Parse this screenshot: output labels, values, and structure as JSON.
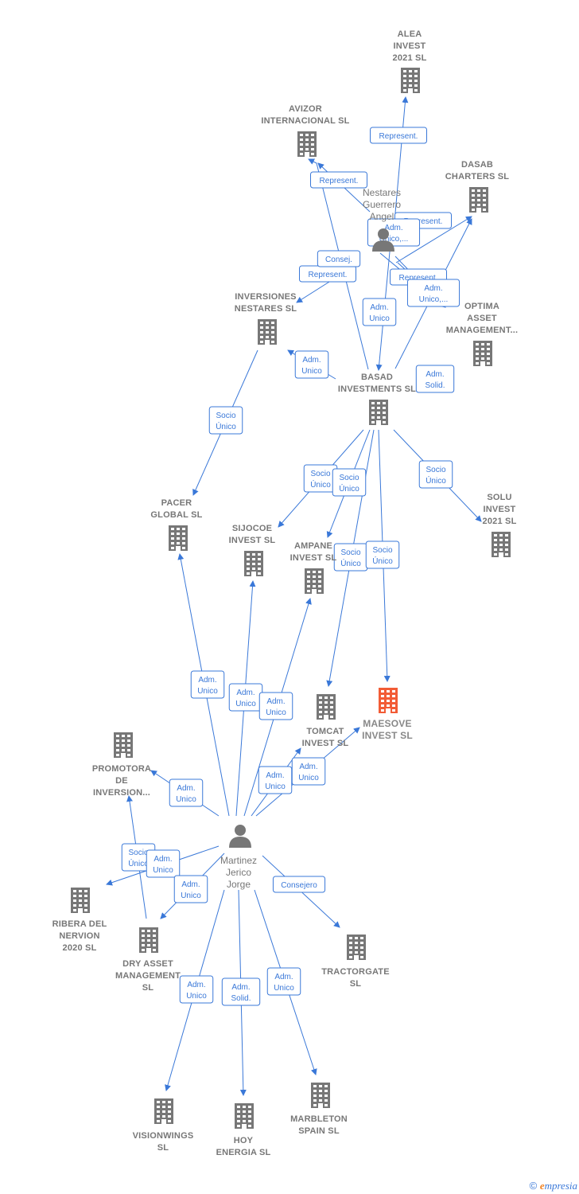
{
  "colors": {
    "edge": "#3a78d8",
    "company": "#777777",
    "focus_company": "#f25c36",
    "person": "#777777"
  },
  "companies": [
    {
      "id": "alea",
      "label": [
        "ALEA",
        "INVEST",
        "2021  SL"
      ],
      "icon": "building-icon",
      "focus": false
    },
    {
      "id": "avizor",
      "label": [
        "AVIZOR",
        "INTERNACIONAL SL"
      ],
      "icon": "building-icon",
      "focus": false
    },
    {
      "id": "dasab",
      "label": [
        "DASAB",
        "CHARTERS  SL"
      ],
      "icon": "building-icon",
      "focus": false
    },
    {
      "id": "optima",
      "label": [
        "OPTIMA",
        "ASSET",
        "MANAGEMENT..."
      ],
      "icon": "building-icon",
      "focus": false
    },
    {
      "id": "inversiones",
      "label": [
        "INVERSIONES",
        "NESTARES SL"
      ],
      "icon": "building-icon",
      "focus": false
    },
    {
      "id": "basad",
      "label": [
        "BASAD",
        "INVESTMENTS SL"
      ],
      "icon": "building-icon",
      "focus": false
    },
    {
      "id": "solu",
      "label": [
        "SOLU",
        "INVEST",
        "2021  SL"
      ],
      "icon": "building-icon",
      "focus": false
    },
    {
      "id": "pacer",
      "label": [
        "PACER",
        "GLOBAL  SL"
      ],
      "icon": "building-icon",
      "focus": false
    },
    {
      "id": "sijocoe",
      "label": [
        "SIJOCOE",
        "INVEST  SL"
      ],
      "icon": "building-icon",
      "focus": false
    },
    {
      "id": "ampane",
      "label": [
        "AMPANE",
        "INVEST  SL"
      ],
      "icon": "building-icon",
      "focus": false
    },
    {
      "id": "tomcat",
      "label": [
        "TOMCAT",
        "INVEST  SL"
      ],
      "icon": "building-icon",
      "focus": false
    },
    {
      "id": "maesove",
      "label": [
        "MAESOVE",
        "INVEST  SL"
      ],
      "icon": "building-icon",
      "focus": true
    },
    {
      "id": "promotora",
      "label": [
        "PROMOTORA",
        "DE",
        "INVERSION..."
      ],
      "icon": "building-icon",
      "focus": false
    },
    {
      "id": "ribera",
      "label": [
        "RIBERA DEL",
        "NERVION",
        "2020  SL"
      ],
      "icon": "building-icon",
      "focus": false
    },
    {
      "id": "dryasset",
      "label": [
        "DRY ASSET",
        "MANAGEMENT",
        "SL"
      ],
      "icon": "building-icon",
      "focus": false
    },
    {
      "id": "tractorgate",
      "label": [
        "TRACTORGATE",
        "SL"
      ],
      "icon": "building-icon",
      "focus": false
    },
    {
      "id": "visionwings",
      "label": [
        "VISIONWINGS",
        "SL"
      ],
      "icon": "building-icon",
      "focus": false
    },
    {
      "id": "hoy",
      "label": [
        "HOY",
        "ENERGIA  SL"
      ],
      "icon": "building-icon",
      "focus": false
    },
    {
      "id": "marbleton",
      "label": [
        "MARBLETON",
        "SPAIN  SL"
      ],
      "icon": "building-icon",
      "focus": false
    }
  ],
  "persons": [
    {
      "id": "nestares",
      "label": [
        "Nestares",
        "Guerrero",
        "Angel"
      ],
      "icon": "person-icon"
    },
    {
      "id": "martinez",
      "label": [
        "Martinez",
        "Jerico",
        "Jorge"
      ],
      "icon": "person-icon"
    }
  ],
  "edges": [
    {
      "id": "e1",
      "from": "nestares",
      "to": "alea",
      "label": [
        "Represent."
      ]
    },
    {
      "id": "e2",
      "from": "nestares",
      "to": "avizor",
      "label": [
        "Represent."
      ]
    },
    {
      "id": "e3",
      "from": "nestares",
      "to": "dasab",
      "label": [
        "Represent."
      ]
    },
    {
      "id": "e4",
      "from": "nestares",
      "to": "optima",
      "label": [
        "Adm.",
        "Unico,..."
      ]
    },
    {
      "id": "e5",
      "from": "nestares",
      "to": "inversiones",
      "label": [
        "Represent."
      ]
    },
    {
      "id": "e6",
      "from": "basad",
      "to": "avizor",
      "label": [
        "Consej."
      ]
    },
    {
      "id": "e7",
      "from": "basad",
      "to": "optima",
      "label": [
        "Represent."
      ]
    },
    {
      "id": "e8",
      "from": "basad",
      "to": "optima",
      "label": [
        "Adm.",
        "Unico,..."
      ]
    },
    {
      "id": "e9",
      "from": "nestares",
      "to": "basad",
      "label": [
        "Adm.",
        "Unico"
      ]
    },
    {
      "id": "e10",
      "from": "basad",
      "to": "inversiones",
      "label": [
        "Adm.",
        "Unico"
      ]
    },
    {
      "id": "e11",
      "from": "basad",
      "to": "dasab",
      "label": [
        "Adm.",
        "Solid."
      ]
    },
    {
      "id": "e12",
      "from": "inversiones",
      "to": "pacer",
      "label": [
        "Socio",
        "Único"
      ]
    },
    {
      "id": "e13",
      "from": "basad",
      "to": "solu",
      "label": [
        "Socio",
        "Único"
      ]
    },
    {
      "id": "e14",
      "from": "basad",
      "to": "sijocoe",
      "label": [
        "Socio",
        "Único"
      ]
    },
    {
      "id": "e15",
      "from": "basad",
      "to": "ampane",
      "label": [
        "Socio",
        "Único"
      ]
    },
    {
      "id": "e16",
      "from": "basad",
      "to": "tomcat",
      "label": [
        "Socio",
        "Único"
      ]
    },
    {
      "id": "e17",
      "from": "basad",
      "to": "maesove",
      "label": [
        "Socio",
        "Único"
      ]
    },
    {
      "id": "e18",
      "from": "martinez",
      "to": "pacer",
      "label": [
        "Adm.",
        "Unico"
      ]
    },
    {
      "id": "e19",
      "from": "martinez",
      "to": "sijocoe",
      "label": [
        "Adm.",
        "Unico"
      ]
    },
    {
      "id": "e20",
      "from": "martinez",
      "to": "ampane",
      "label": [
        "Adm.",
        "Unico"
      ]
    },
    {
      "id": "e21",
      "from": "martinez",
      "to": "tomcat",
      "label": [
        "Adm.",
        "Unico"
      ]
    },
    {
      "id": "e22",
      "from": "martinez",
      "to": "maesove",
      "label": [
        "Adm.",
        "Unico"
      ]
    },
    {
      "id": "e23",
      "from": "martinez",
      "to": "promotora",
      "label": [
        "Adm.",
        "Unico"
      ]
    },
    {
      "id": "e24",
      "from": "dryasset",
      "to": "promotora",
      "label": [
        "Socio",
        "Único"
      ]
    },
    {
      "id": "e25",
      "from": "martinez",
      "to": "ribera",
      "label": [
        "Adm.",
        "Unico"
      ]
    },
    {
      "id": "e26",
      "from": "martinez",
      "to": "dryasset",
      "label": [
        "Adm.",
        "Unico"
      ]
    },
    {
      "id": "e27",
      "from": "martinez",
      "to": "tractorgate",
      "label": [
        "Consejero"
      ]
    },
    {
      "id": "e28",
      "from": "martinez",
      "to": "visionwings",
      "label": [
        "Adm.",
        "Unico"
      ]
    },
    {
      "id": "e29",
      "from": "martinez",
      "to": "hoy",
      "label": [
        "Adm.",
        "Solid."
      ]
    },
    {
      "id": "e30",
      "from": "martinez",
      "to": "marbleton",
      "label": [
        "Adm.",
        "Unico"
      ]
    }
  ],
  "footer": {
    "copyright": "©",
    "brand_initial": "e",
    "brand_rest": "mpresia"
  }
}
